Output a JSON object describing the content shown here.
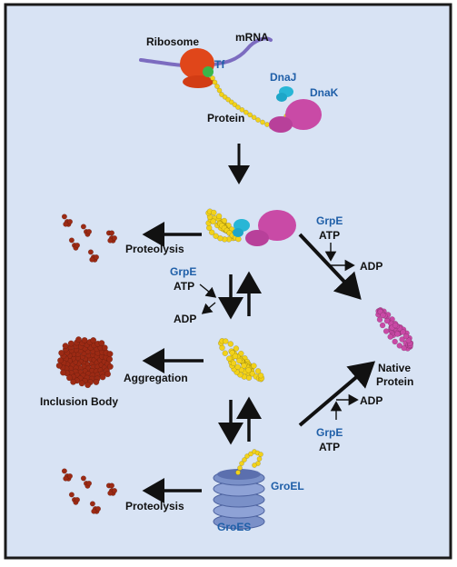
{
  "colors": {
    "panel_background": "#d8e3f4",
    "frame": "#1a1a1a",
    "ribosome": "#e0461a",
    "trigger_factor": "#3ab54a",
    "mrna": "#7c6cc0",
    "unfolded_protein": "#f2d21a",
    "dnaj": "#28b6d6",
    "dnak": "#c94aa6",
    "aggregate": "#9c2a14",
    "groel": "#7a90c8",
    "label_text": "#111111",
    "chaperone_label": "#1f5fa8"
  },
  "labels": {
    "ribosome": "Ribosome",
    "mrna": "mRNA",
    "tf": "Tf",
    "dnaj": "DnaJ",
    "dnak": "DnaK",
    "protein": "Protein",
    "proteolysis_top": "Proteolysis",
    "grpe_left": "GrpE",
    "atp_left": "ATP",
    "adp_left": "ADP",
    "grpe_top_right": "GrpE",
    "atp_top_right": "ATP",
    "adp_top_right": "ADP",
    "native_protein_line1": "Native",
    "native_protein_line2": "Protein",
    "aggregation": "Aggregation",
    "inclusion_body": "Inclusion Body",
    "adp_bottom_right": "ADP",
    "grpe_bottom_right": "GrpE",
    "atp_bottom_right": "ATP",
    "proteolysis_bottom": "Proteolysis",
    "groel": "GroEL",
    "groes": "GroES"
  }
}
